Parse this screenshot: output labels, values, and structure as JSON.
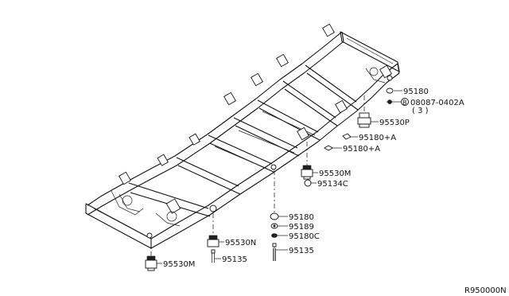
{
  "parts": {
    "p95180_top": "95180",
    "p08087": "08087-0402A",
    "p08087_qty": "( 3 )",
    "p08087_circle": "B",
    "p95530P": "95530P",
    "p95180A_1": "95180+A",
    "p95180A_2": "95180+A",
    "p95530M_right": "95530M",
    "p95134C": "95134C",
    "p95180_mid": "95180",
    "p95189": "95189",
    "p95180C": "95180C",
    "p95135_right": "95135",
    "p95530N": "95530N",
    "p95135_left": "95135",
    "p95530M_left": "95530M"
  },
  "diagram_ref": "R950000N"
}
